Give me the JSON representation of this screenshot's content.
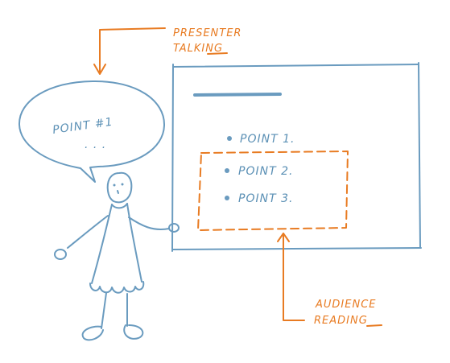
{
  "labels": {
    "presenter": [
      "PRESENTER",
      "TALKING"
    ],
    "audience": [
      "AUDIENCE",
      "READING"
    ]
  },
  "speech_bubble": {
    "text": "POINT #1",
    "ellipsis": ". . ."
  },
  "slide": {
    "bullets": [
      "POINT 1.",
      "POINT 2.",
      "POINT 3."
    ]
  },
  "colors": {
    "sketch_blue": "#6a9bbf",
    "bullet_blue": "#6a9bbf",
    "annotation_orange": "#e87b22"
  }
}
